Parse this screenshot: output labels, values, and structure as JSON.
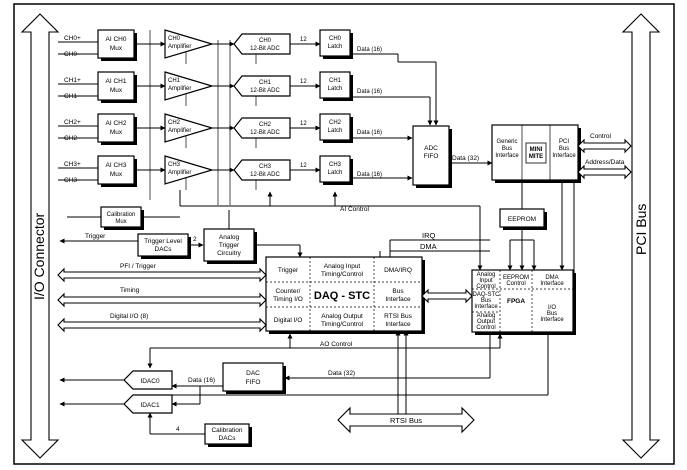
{
  "io_connector": "I/O Connector",
  "pci_bus": "PCI Bus",
  "channels": [
    {
      "pos": "CH0+",
      "neg": "CH0-",
      "mux": [
        "AI CH0",
        "Mux"
      ],
      "amp": [
        "CH0",
        "Amplifier"
      ],
      "adc": [
        "CH0",
        "12-Bit ADC"
      ],
      "latch": [
        "CH0",
        "Latch"
      ],
      "bits": "12",
      "data": "Data (16)"
    },
    {
      "pos": "CH1+",
      "neg": "CH1-",
      "mux": [
        "AI CH1",
        "Mux"
      ],
      "amp": [
        "CH1",
        "Amplifier"
      ],
      "adc": [
        "CH1",
        "12-Bit ADC"
      ],
      "latch": [
        "CH1",
        "Latch"
      ],
      "bits": "12",
      "data": "Data (16)"
    },
    {
      "pos": "CH2+",
      "neg": "CH2-",
      "mux": [
        "AI CH2",
        "Mux"
      ],
      "amp": [
        "CH2",
        "Amplifier"
      ],
      "adc": [
        "CH2",
        "12-Bit ADC"
      ],
      "latch": [
        "CH2",
        "Latch"
      ],
      "bits": "12",
      "data": "Data (16)"
    },
    {
      "pos": "CH3+",
      "neg": "CH3-",
      "mux": [
        "AI CH3",
        "Mux"
      ],
      "amp": [
        "CH3",
        "Amplifier"
      ],
      "adc": [
        "CH3",
        "12-Bit ADC"
      ],
      "latch": [
        "CH3",
        "Latch"
      ],
      "bits": "12",
      "data": "Data (16)"
    }
  ],
  "adc_fifo": [
    "ADC",
    "FIFO"
  ],
  "data32": "Data (32)",
  "generic_bus": [
    "Generic",
    "Bus",
    "Interface"
  ],
  "mini_mite": [
    "MINI",
    "MITE"
  ],
  "pci_bus_iface": [
    "PCI",
    "Bus",
    "Interface"
  ],
  "control": "Control",
  "address_data": "Address/Data",
  "eeprom": "EEPROM",
  "calibration_mux": [
    "Calibration",
    "Mux"
  ],
  "ai_control": "AI Control",
  "trigger": "Trigger",
  "two": "2",
  "trigger_level_dacs": [
    "Trigger Level",
    "DACs"
  ],
  "analog_trigger": [
    "Analog",
    "Trigger",
    "Circuitry"
  ],
  "irq": "IRQ",
  "dma": "DMA",
  "stc": {
    "title": "DAQ - STC",
    "trigger": "Trigger",
    "analog_input": [
      "Analog Input",
      "Timing/Control"
    ],
    "dma_irq": "DMA/IRQ",
    "counter": [
      "Counter/",
      "Timing I/O"
    ],
    "bus_iface": [
      "Bus",
      "Interface"
    ],
    "digital_io": "Digital I/O",
    "analog_output": [
      "Analog Output",
      "Timing/Control"
    ],
    "rtsi_iface": [
      "RTSI Bus",
      "Interface"
    ]
  },
  "fpga": {
    "ai_ctrl": [
      "Analog",
      "Input",
      "Control"
    ],
    "eeprom_ctrl": [
      "EEPROM",
      "Control"
    ],
    "dma_iface": [
      "DMA",
      "Interface"
    ],
    "stc_iface": [
      "DAQ-STC",
      "Bus",
      "Interface"
    ],
    "fpga": "FPGA",
    "io_iface": [
      "I/O",
      "Bus",
      "Interface"
    ],
    "ao_ctrl": [
      "Analog",
      "Output",
      "Control"
    ]
  },
  "left_buses": {
    "pfi": "PFI / Trigger",
    "timing": "Timing",
    "dio": "Digital I/O (8)"
  },
  "ao_control": "AO Control",
  "idac0": "IDAC0",
  "idac1": "IDAC1",
  "data16": "Data (16)",
  "dac_fifo": [
    "DAC",
    "FIFO"
  ],
  "data32_lower": "Data (32)",
  "cal_dacs": [
    "Calibration",
    "DACs"
  ],
  "four": "4",
  "rtsi_bus": "RTSI Bus"
}
